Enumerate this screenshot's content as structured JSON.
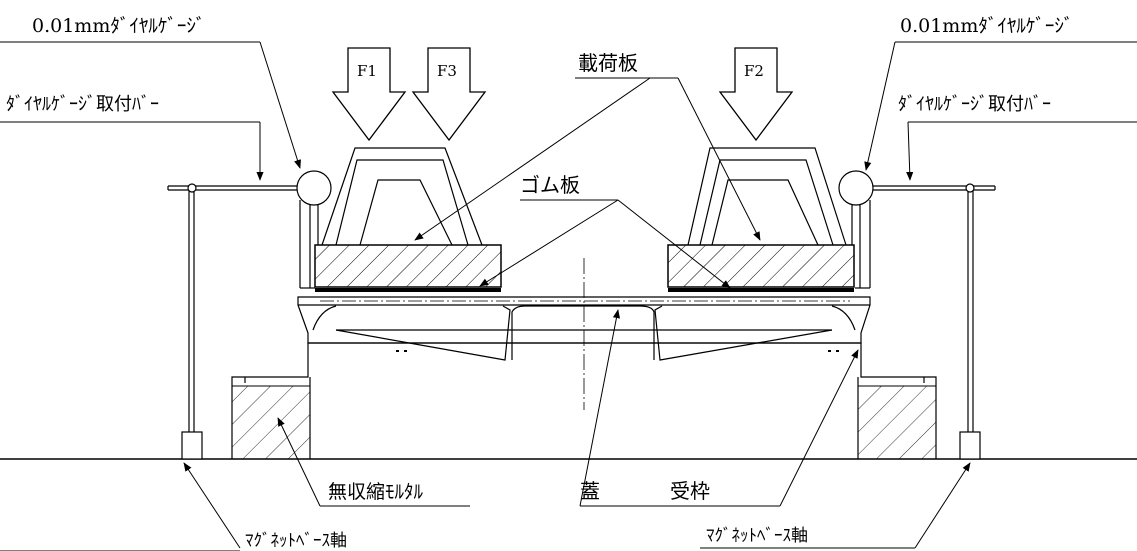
{
  "labels": {
    "dial_gauge_left": "0.01mmﾀﾞｲﾔﾙｹﾞｰｼﾞ",
    "dial_gauge_right": "0.01mmﾀﾞｲﾔﾙｹﾞｰｼﾞ",
    "gauge_bar_left": "ﾀﾞｲﾔﾙｹﾞｰｼﾞ取付ﾊﾞｰ",
    "gauge_bar_right": "ﾀﾞｲﾔﾙｹﾞｰｼﾞ取付ﾊﾞｰ",
    "loading_plate": "載荷板",
    "rubber_plate": "ゴム板",
    "mortar": "無収縮ﾓﾙﾀﾙ",
    "lid": "蓋",
    "frame": "受枠",
    "magnet_left": "ﾏｸﾞﾈｯﾄﾍﾞｰｽ軸",
    "magnet_right": "ﾏｸﾞﾈｯﾄﾍﾞｰｽ軸"
  },
  "forces": {
    "f1": "F1",
    "f2": "F2",
    "f3": "F3"
  }
}
